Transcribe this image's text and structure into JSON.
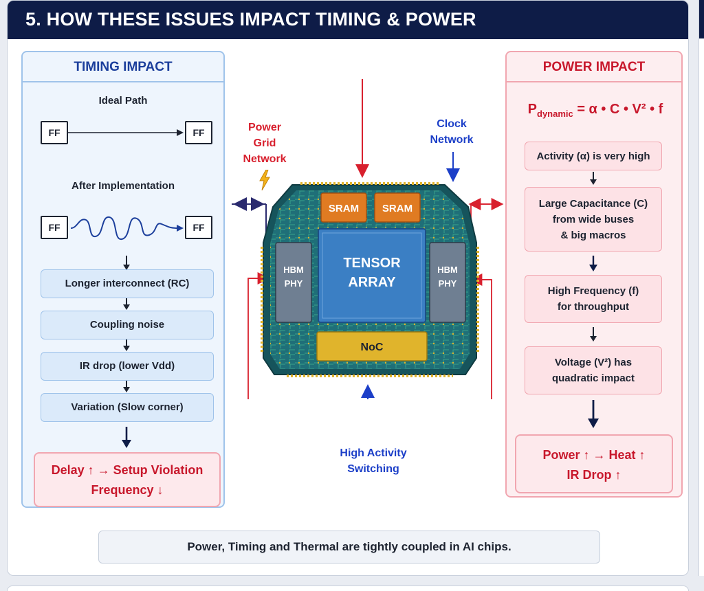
{
  "header": {
    "title": "5. HOW THESE ISSUES IMPACT TIMING & POWER"
  },
  "timing": {
    "title": "TIMING IMPACT",
    "ideal_label": "Ideal Path",
    "after_label": "After Implementation",
    "ff_label": "FF",
    "steps": [
      "Longer interconnect (RC)",
      "Coupling noise",
      "IR drop (lower Vdd)",
      "Variation (Slow corner)"
    ],
    "result_line1": "Delay ↑ → Setup Violation",
    "result_line2": "Frequency ↓"
  },
  "power": {
    "title": "POWER IMPACT",
    "formula_p": "P",
    "formula_sub": "dynamic",
    "formula_rest": " = α • C • V² • f",
    "steps": [
      [
        "Activity (α) is very high"
      ],
      [
        "Large Capacitance (C)",
        "from wide buses",
        "& big macros"
      ],
      [
        "High Frequency (f)",
        "for throughput"
      ],
      [
        "Voltage (V²) has",
        "quadratic impact"
      ]
    ],
    "result_line1": "Power ↑ → Heat ↑",
    "result_line2": "IR Drop ↑"
  },
  "chip": {
    "sram_label": "SRAM",
    "hbm_line1": "HBM",
    "hbm_line2": "PHY",
    "tensor_line1": "TENSOR",
    "tensor_line2": "ARRAY",
    "noc_label": "NoC"
  },
  "labels": {
    "power_grid": [
      "Power",
      "Grid",
      "Network"
    ],
    "clock": [
      "Clock",
      "Network"
    ],
    "activity": [
      "High Activity",
      "Switching"
    ]
  },
  "footer": {
    "text": "Power, Timing and Thermal are tightly coupled in AI chips."
  },
  "colors": {
    "navy": "#0e1c47",
    "timing_blue": "#1c3f9c",
    "power_red": "#c8182c",
    "chip_teal": "#1f6f78",
    "sram_orange": "#e07b22",
    "tensor_blue": "#3b7fc4",
    "noc_yellow": "#e0b42c"
  },
  "icons": {
    "lightning": "lightning-icon"
  }
}
